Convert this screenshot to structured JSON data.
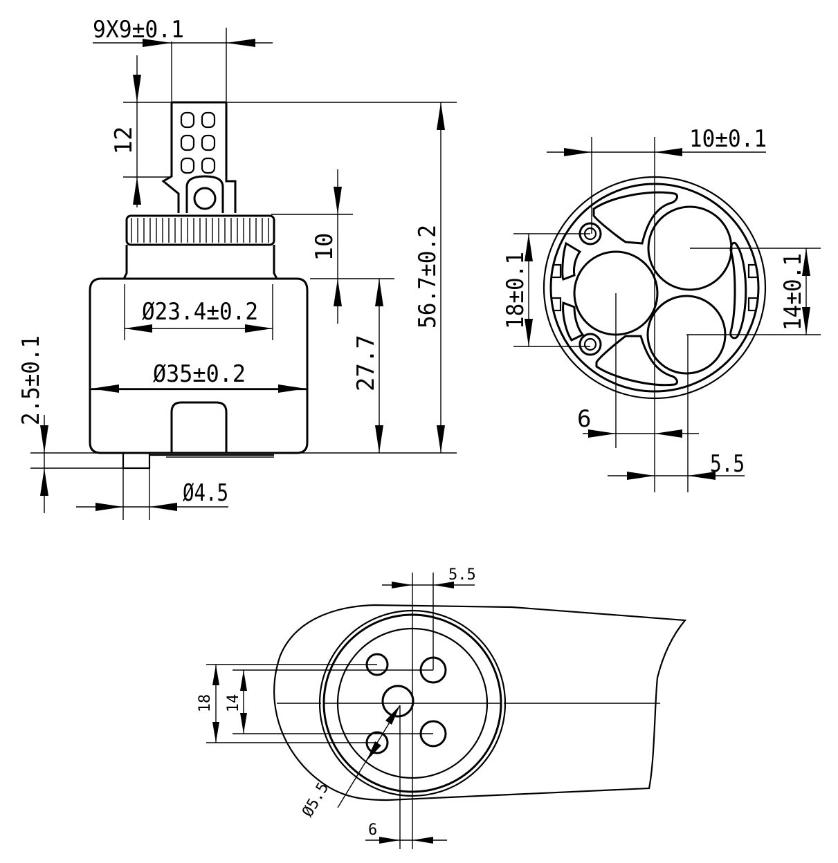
{
  "side_view": {
    "stem_size": "9X9±0.1",
    "stem_height": "12",
    "collar_height": "10",
    "total_height": "56.7±0.2",
    "body_height": "27.7",
    "upper_diameter": "Ø23.4±0.2",
    "body_diameter": "Ø35±0.2",
    "base_offset": "2.5±0.1",
    "pin_diameter": "Ø4.5"
  },
  "bottom_view": {
    "top_offset": "10±0.1",
    "left_span": "18±0.1",
    "right_span": "14±0.1",
    "offset_left": "6",
    "offset_right": "5.5"
  },
  "base_view": {
    "top_offset": "5.5",
    "span_outer": "18",
    "span_inner": "14",
    "hole_diameter": "Ø5.5",
    "bottom_offset": "6"
  },
  "colors": {
    "line": "#000000",
    "background": "#ffffff"
  }
}
